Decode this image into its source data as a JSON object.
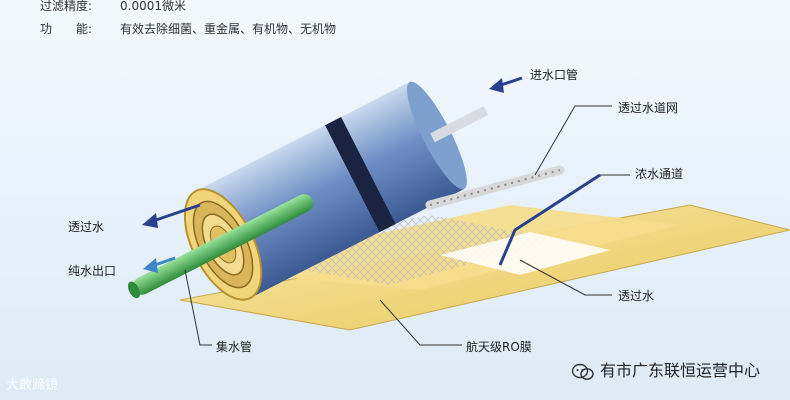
{
  "specs": [
    {
      "key": "过滤精度:",
      "value": "0.0001微米"
    },
    {
      "key": "功　　能:",
      "value": "有效去除细菌、重金属、有机物、无机物"
    }
  ],
  "labels": {
    "inlet": "进水口管",
    "permeate_mesh": "透过水道网",
    "concentrate_channel": "浓水通道",
    "permeate_left": "透过水",
    "pure_outlet": "纯水出口",
    "permeate_right": "透过水",
    "collection_tube": "集水管",
    "ro_membrane": "航天级RO膜"
  },
  "watermarks": {
    "left": "大敢蹄镜",
    "right": "有市广东联恒运营中心"
  },
  "colors": {
    "membrane_yellow": "#f2d77a",
    "shell_blue": "#6f8fc4",
    "tube_green": "#4caf50",
    "arrow_blue": "#2b3f8f"
  }
}
